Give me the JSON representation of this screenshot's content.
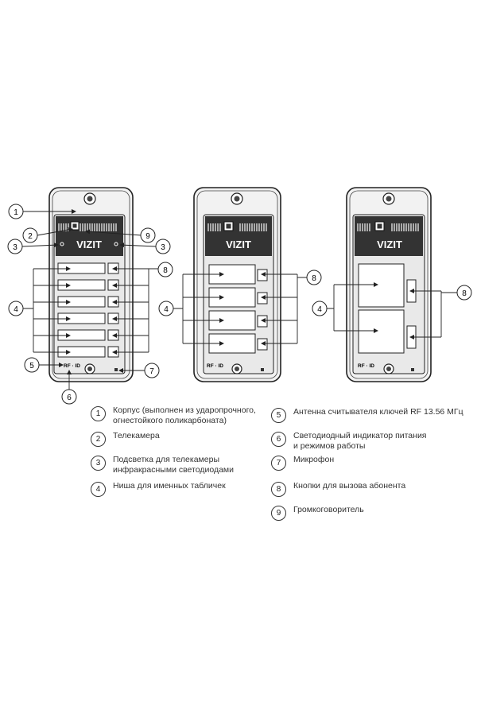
{
  "device": {
    "brand": "VIZIT",
    "rf_logo": "RF · ID"
  },
  "panels": [
    {
      "id": "panel-6",
      "name_slots": 6
    },
    {
      "id": "panel-4",
      "name_slots": 4
    },
    {
      "id": "panel-2",
      "name_slots": 2
    }
  ],
  "callouts": [
    "1",
    "2",
    "3",
    "4",
    "5",
    "6",
    "7",
    "8",
    "9"
  ],
  "legend": [
    {
      "num": "1",
      "text": "Корпус (выполнен из ударопрочного,\nогнестойкого поликарбоната)"
    },
    {
      "num": "2",
      "text": "Телекамера"
    },
    {
      "num": "3",
      "text": "Подсветка для телекамеры\nинфракрасными светодиодами"
    },
    {
      "num": "4",
      "text": "Ниша для именных табличек"
    },
    {
      "num": "5",
      "text": "Антенна считывателя ключей RF 13.56 МГц"
    },
    {
      "num": "6",
      "text": "Светодиодный индикатор питания\nи режимов работы"
    },
    {
      "num": "7",
      "text": "Микрофон"
    },
    {
      "num": "8",
      "text": "Кнопки для вызова абонента"
    },
    {
      "num": "9",
      "text": "Громкоговоритель"
    }
  ]
}
